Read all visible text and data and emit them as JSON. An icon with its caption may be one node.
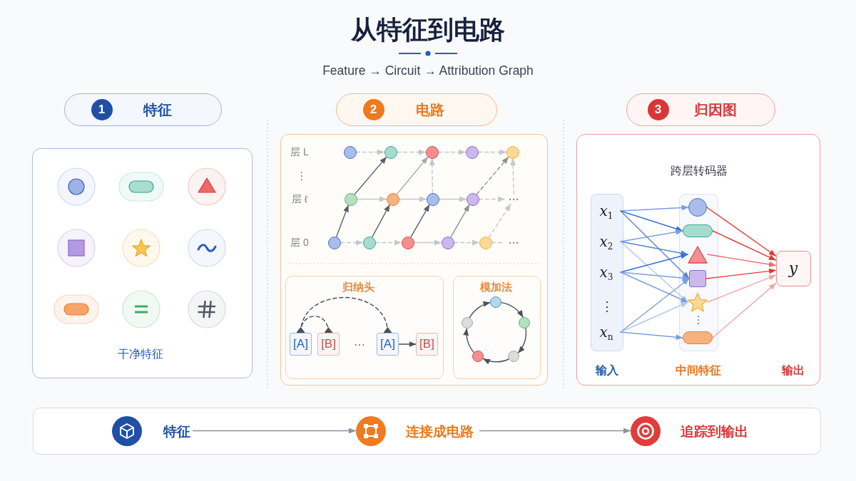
{
  "diagram": {
    "title": "从特征到电路",
    "nodes": [
      {
        "text": [
          "特征"
        ]
      },
      {
        "text": [
          "1"
        ],
        "in": 0
      },
      {
        "text": [
          "干净特征"
        ]
      },
      {
        "text": [
          "电路"
        ]
      },
      {
        "text": [
          "2"
        ],
        "in": 3
      },
      {
        "text": [],
        "shape": "box"
      },
      {
        "text": [],
        "shape": "circle",
        "in": 5
      },
      {
        "text": [],
        "shape": "circle",
        "in": 5
      },
      {
        "text": [],
        "shape": "circle",
        "in": 5
      },
      {
        "text": [],
        "shape": "circle",
        "in": 5
      },
      {
        "text": [],
        "shape": "circle",
        "in": 5
      },
      {
        "text": [],
        "shape": "circle",
        "in": 5
      },
      {
        "text": [],
        "shape": "circle",
        "in": 5
      },
      {
        "text": [],
        "shape": "circle",
        "in": 5
      },
      {
        "text": [],
        "shape": "circle",
        "in": 5
      },
      {
        "text": [
          "···"
        ],
        "in": 5
      },
      {
        "text": [],
        "shape": "circle",
        "in": 5
      },
      {
        "text": [],
        "shape": "circle",
        "in": 5
      },
      {
        "text": [],
        "shape": "circle",
        "in": 5
      },
      {
        "text": [],
        "shape": "circle",
        "in": 5
      },
      {
        "text": [],
        "shape": "circle",
        "in": 5
      },
      {
        "text": [
          "···"
        ],
        "in": 5
      },
      {
        "text": [
          "归纳头"
        ],
        "in": 5
      },
      {
        "text": [
          "[A]"
        ],
        "in": 22
      },
      {
        "text": [
          "[B]"
        ],
        "in": 22
      },
      {
        "text": [
          "[A]"
        ],
        "in": 22
      },
      {
        "text": [
          "[B]"
        ],
        "in": 22
      },
      {
        "text": [
          "模加法"
        ],
        "in": 5
      },
      {
        "text": [],
        "shape": "circle",
        "in": 27
      },
      {
        "text": [],
        "shape": "circle",
        "in": 27
      },
      {
        "text": [],
        "shape": "circle",
        "in": 27
      },
      {
        "text": [],
        "shape": "circle",
        "in": 27
      },
      {
        "text": [],
        "shape": "circle",
        "in": 27
      },
      {
        "text": [
          "归因图"
        ]
      },
      {
        "text": [
          "3"
        ],
        "in": 33
      },
      {
        "text": [
          "跨层转码器"
        ]
      },
      {
        "text": [],
        "shape": "box",
        "in": 35,
        "beside": [
          "输入"
        ]
      },
      {
        "text": [
          "x$_{1}$"
        ],
        "in": 36
      },
      {
        "text": [
          "x$_{2}$"
        ],
        "in": 36
      },
      {
        "text": [
          "x$_{3}$"
        ],
        "in": 36
      },
      {
        "text": [
          "x$_{n}$"
        ],
        "in": 36
      },
      {
        "text": [],
        "shape": "box",
        "in": 35,
        "beside": [
          "中间特征"
        ]
      },
      {
        "text": [],
        "shape": "circle",
        "in": 41
      },
      {
        "text": [],
        "shape": "pill",
        "in": 41
      },
      {
        "text": [],
        "shape": "triangle",
        "in": 41
      },
      {
        "text": [],
        "shape": "square",
        "in": 41
      },
      {
        "text": [],
        "shape": "star",
        "in": 41
      },
      {
        "text": [],
        "shape": "pill",
        "in": 41
      },
      {
        "text": [
          "y"
        ],
        "in": 35
      },
      {
        "text": [],
        "shape": "box"
      },
      {
        "text": [
          "特征"
        ],
        "in": 49
      },
      {
        "text": [
          "连接成电路"
        ],
        "in": 49
      },
      {
        "text": [
          "追踪到输出"
        ],
        "in": 49
      }
    ],
    "edges": [
      {
        "from": 6,
        "to": 7,
        "arrow": "to",
        "style": "dashed"
      },
      {
        "from": 7,
        "to": 8,
        "arrow": "to",
        "style": "dashed"
      },
      {
        "from": 8,
        "to": 9,
        "arrow": "to",
        "style": "dashed"
      },
      {
        "from": 9,
        "to": 10,
        "arrow": "to",
        "style": "dashed"
      },
      {
        "from": 11,
        "to": 12,
        "arrow": "to"
      },
      {
        "from": 12,
        "to": 13,
        "arrow": "to"
      },
      {
        "from": 13,
        "to": 14,
        "arrow": "to"
      },
      {
        "from": 14,
        "to": 15,
        "arrow": "to",
        "style": "dashed"
      },
      {
        "from": 16,
        "to": 17,
        "arrow": "to",
        "style": "dashed"
      },
      {
        "from": 17,
        "to": 18,
        "arrow": "to",
        "style": "dashed"
      },
      {
        "from": 18,
        "to": 19,
        "arrow": "to"
      },
      {
        "from": 19,
        "to": 20,
        "arrow": "to",
        "style": "dashed"
      },
      {
        "from": 20,
        "to": 21,
        "arrow": "none",
        "style": "dashed"
      },
      {
        "from": 16,
        "to": 11,
        "arrow": "to",
        "color": "#5a606b"
      },
      {
        "from": 11,
        "to": 7,
        "arrow": "to",
        "color": "#5a606b"
      },
      {
        "from": 17,
        "to": 12,
        "arrow": "to",
        "color": "#5a606b"
      },
      {
        "from": 12,
        "to": 8,
        "arrow": "to",
        "color": "#a3a8b0"
      },
      {
        "from": 18,
        "to": 13,
        "arrow": "to",
        "color": "#5a606b"
      },
      {
        "from": 13,
        "to": 8,
        "arrow": "to",
        "style": "dashed"
      },
      {
        "from": 19,
        "to": 14,
        "arrow": "to",
        "color": "#8c929b"
      },
      {
        "from": 14,
        "to": 10,
        "arrow": "to",
        "style": "dashed",
        "color": "#8c929b"
      },
      {
        "from": 20,
        "to": 15,
        "arrow": "to",
        "style": "dashed"
      },
      {
        "from": 15,
        "to": 10,
        "arrow": "to",
        "style": "dashed"
      },
      {
        "from": 23,
        "to": 24,
        "arrow": "other",
        "style": "dashed",
        "color": "#4b5059"
      },
      {
        "from": 23,
        "to": 25,
        "arrow": "other",
        "style": "dashed",
        "color": "#4b5059"
      },
      {
        "from": 25,
        "to": 26,
        "arrow": "to",
        "color": "#4b5059"
      },
      {
        "from": 28,
        "to": 29,
        "arrow": "to",
        "color": "#4b5059"
      },
      {
        "from": 29,
        "to": 30,
        "arrow": "to",
        "color": "#4b5059"
      },
      {
        "from": 30,
        "to": 31,
        "arrow": "to",
        "color": "#4b5059"
      },
      {
        "from": 31,
        "to": 32,
        "arrow": "to",
        "color": "#4b5059"
      },
      {
        "from": 32,
        "to": 28,
        "arrow": "to",
        "color": "#4b5059"
      },
      {
        "from": 37,
        "to": 42,
        "arrow": "to",
        "color": "#7c9ee0"
      },
      {
        "from": 37,
        "to": 43,
        "arrow": "to",
        "color": "#3b6fd4"
      },
      {
        "from": 37,
        "to": 45,
        "arrow": "to",
        "color": "#5b84d6"
      },
      {
        "from": 38,
        "to": 43,
        "arrow": "to",
        "color": "#7c9ee0"
      },
      {
        "from": 38,
        "to": 44,
        "arrow": "to",
        "color": "#5b84d6"
      },
      {
        "from": 38,
        "to": 46,
        "arrow": "to",
        "color": "#b3c6ee"
      },
      {
        "from": 39,
        "to": 44,
        "arrow": "to",
        "color": "#3b6fd4"
      },
      {
        "from": 39,
        "to": 45,
        "arrow": "to",
        "color": "#7c9ee0"
      },
      {
        "from": 39,
        "to": 46,
        "arrow": "to",
        "color": "#7c9ee0"
      },
      {
        "from": 40,
        "to": 45,
        "arrow": "to",
        "color": "#7c9ee0"
      },
      {
        "from": 40,
        "to": 46,
        "arrow": "to",
        "color": "#b3c6ee"
      },
      {
        "from": 40,
        "to": 47,
        "arrow": "to",
        "color": "#7c9ee0"
      },
      {
        "from": 42,
        "to": 48,
        "arrow": "to",
        "color": "#e53935"
      },
      {
        "from": 43,
        "to": 48,
        "arrow": "to",
        "color": "#e53935"
      },
      {
        "from": 44,
        "to": 48,
        "arrow": "to",
        "color": "#ee6b6b"
      },
      {
        "from": 45,
        "to": 48,
        "arrow": "to",
        "color": "#e53935"
      },
      {
        "from": 46,
        "to": 48,
        "arrow": "to",
        "color": "#f5a5a5"
      },
      {
        "from": 47,
        "to": 48,
        "arrow": "to",
        "color": "#f5a5a5"
      },
      {
        "from": 50,
        "to": 51,
        "arrow": "to",
        "color": "#8a93a3"
      },
      {
        "from": 51,
        "to": 52,
        "arrow": "to",
        "color": "#8a93a3"
      }
    ],
    "labels": [
      "Feature → Circuit → Attribution Graph",
      "层 L",
      "⋮",
      "层 ℓ",
      "层 0",
      "···",
      "⋮",
      "⋮",
      "输出"
    ]
  }
}
